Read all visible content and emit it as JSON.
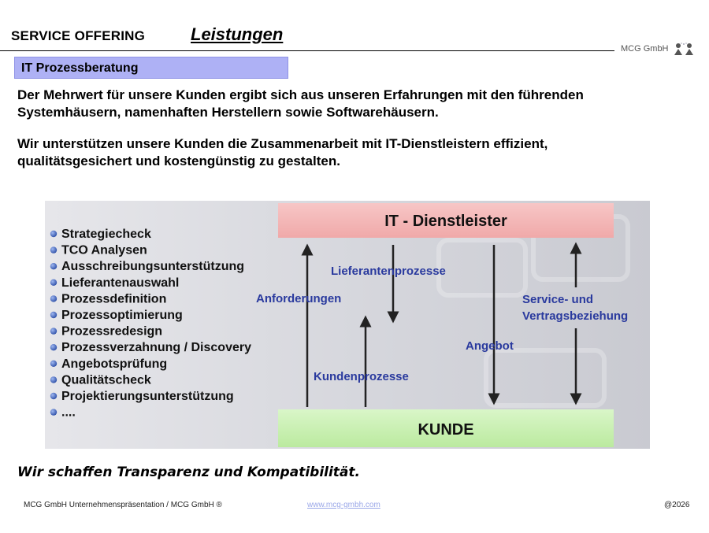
{
  "header": {
    "title": "SERVICE OFFERING",
    "subtitle": "Leistungen",
    "brand": "MCG GmbH"
  },
  "section": {
    "label": "IT Prozessberatung"
  },
  "paragraphs": [
    "Der Mehrwert für unsere Kunden ergibt sich aus unseren Erfahrungen mit den führenden Systemhäusern, namenhaften Herstellern sowie Softwarehäusern.",
    "Wir unterstützen unsere Kunden die Zusammenarbeit mit IT-Dienstleistern effizient, qualitätsgesichert und kostengünstig zu gestalten."
  ],
  "diagram": {
    "top_box": "IT - Dienstleister",
    "bottom_box": "KUNDE",
    "services": [
      "Strategiecheck",
      "TCO Analysen",
      "Ausschreibungsunterstützung",
      "Lieferantenauswahl",
      "Prozessdefinition",
      "Prozessoptimierung",
      "Prozessredesign",
      "Prozessverzahnung / Discovery",
      "Angebotsprüfung",
      "Qualitätscheck",
      "Projektierungsunterstützung",
      "...."
    ],
    "labels": {
      "anforderungen": "Anforderungen",
      "lieferantenprozesse": "Lieferantenprozesse",
      "kundenprozesse": "Kundenprozesse",
      "angebot": "Angebot",
      "service_line1": "Service- und",
      "service_line2": "Vertragsbeziehung"
    },
    "colors": {
      "top_box": "#f4b8b8",
      "bottom_box": "#c8f0b4",
      "label_blue": "#2a3a9e",
      "bullet": "#3d63b8"
    }
  },
  "tagline": "Wir schaffen Transparenz und Kompatibilität.",
  "footer": {
    "left": "MCG GmbH Unternehmenspräsentation / MCG GmbH ®",
    "link": "www.mcg-gmbh.com",
    "right": "@2026"
  }
}
